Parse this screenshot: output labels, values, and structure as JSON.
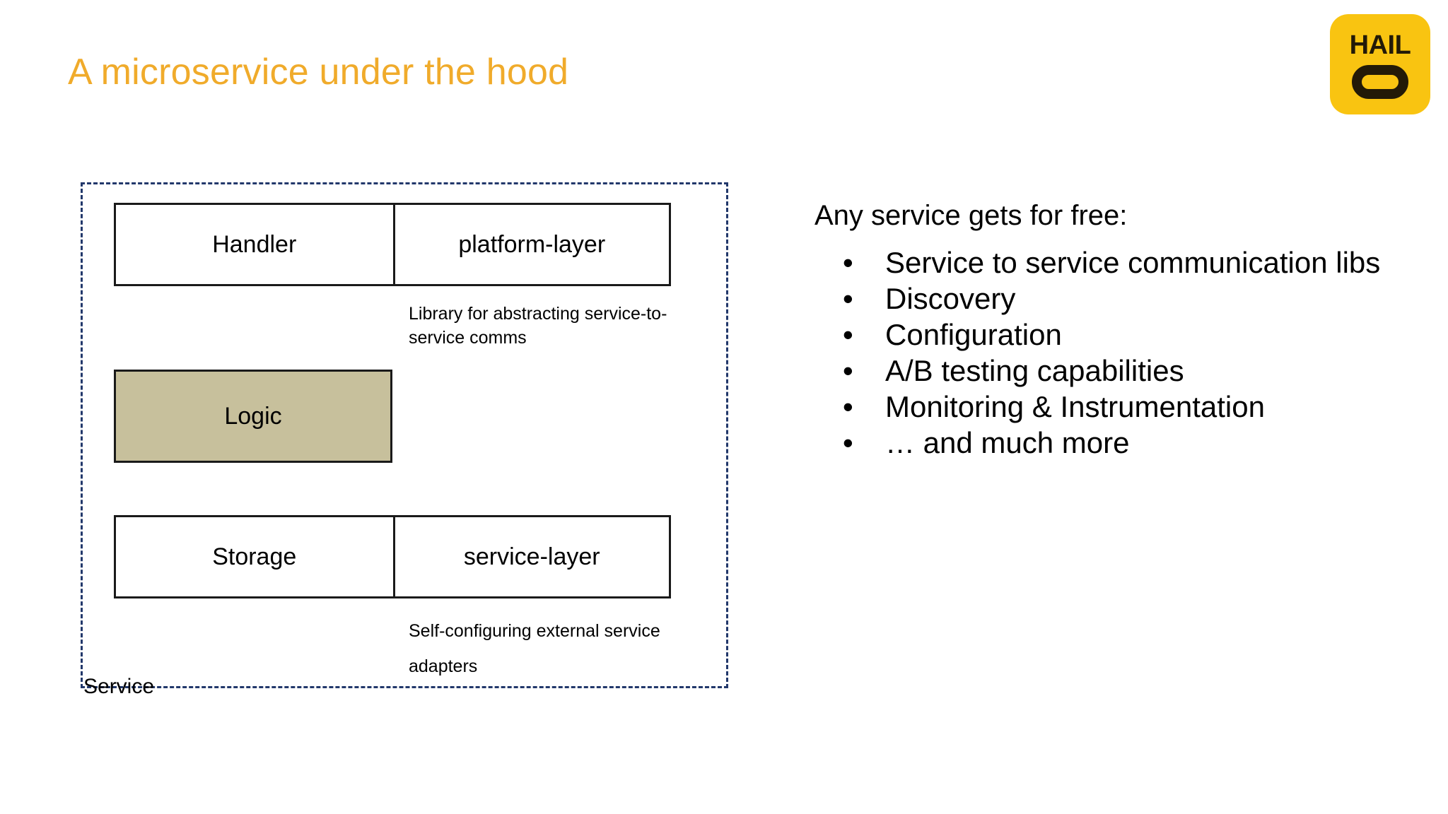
{
  "slide": {
    "title": "A microservice under the hood",
    "title_color": "#f0ab2b",
    "background": "#ffffff"
  },
  "logo": {
    "name": "hail-logo",
    "text": "HAIL",
    "background_color": "#f9c411",
    "mark_color": "#231a07",
    "shape": "rounded-square-with-oval-ring"
  },
  "diagram": {
    "container_label": "Service",
    "container_border_color": "#22386b",
    "container_border_style": "dashed",
    "rows": [
      {
        "left_label": "Handler",
        "right_label": "platform-layer",
        "caption": "Library for abstracting service-to-service comms"
      },
      {
        "left_label": "Storage",
        "right_label": "service-layer",
        "caption": "Self-configuring external service adapters"
      }
    ],
    "logic": {
      "label": "Logic",
      "fill_color": "#c7c09c",
      "border_color": "#1a1a1a"
    }
  },
  "benefits": {
    "heading": "Any service gets for free:",
    "bullet_glyph": "•",
    "items": [
      "Service to service communication libs",
      "Discovery",
      "Configuration",
      "A/B testing capabilities",
      "Monitoring & Instrumentation",
      "… and much more"
    ]
  }
}
